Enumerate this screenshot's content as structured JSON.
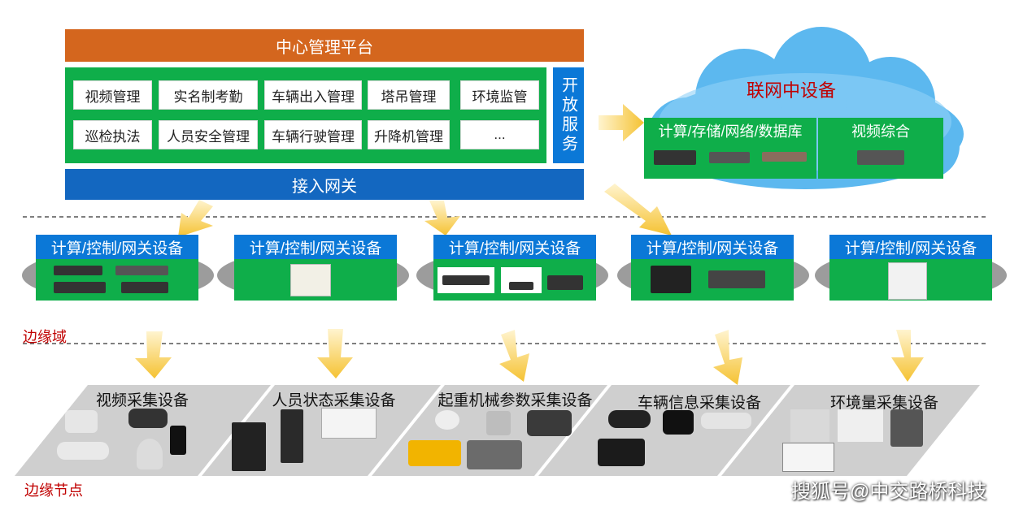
{
  "platform": {
    "title": "中心管理平台",
    "apps": [
      "视频管理",
      "实名制考勤",
      "车辆出入管理",
      "塔吊管理",
      "环境监管",
      "巡检执法",
      "人员安全管理",
      "车辆行驶管理",
      "升降机管理",
      "..."
    ],
    "open_service": "开放服务",
    "gateway": "接入网关"
  },
  "cloud": {
    "title": "联网中设备",
    "box1": "计算/存储/网络/数据库",
    "box2": "视频综合"
  },
  "edge": {
    "label": "边缘域",
    "devices": [
      "计算/控制/网关设备",
      "计算/控制/网关设备",
      "计算/控制/网关设备",
      "计算/控制/网关设备",
      "计算/控制/网关设备"
    ]
  },
  "nodes": {
    "label": "边缘节点",
    "groups": [
      "视频采集设备",
      "人员状态采集设备",
      "起重机械参数采集设备",
      "车辆信息采集设备",
      "环境量采集设备"
    ]
  },
  "watermark": "搜狐号@中交路桥科技",
  "colors": {
    "orange": "#d4661e",
    "green": "#0fae4a",
    "blue": "#0b78d7",
    "gateway": "#1367c0",
    "arrow": "#f7c63c",
    "red": "#c00000"
  }
}
